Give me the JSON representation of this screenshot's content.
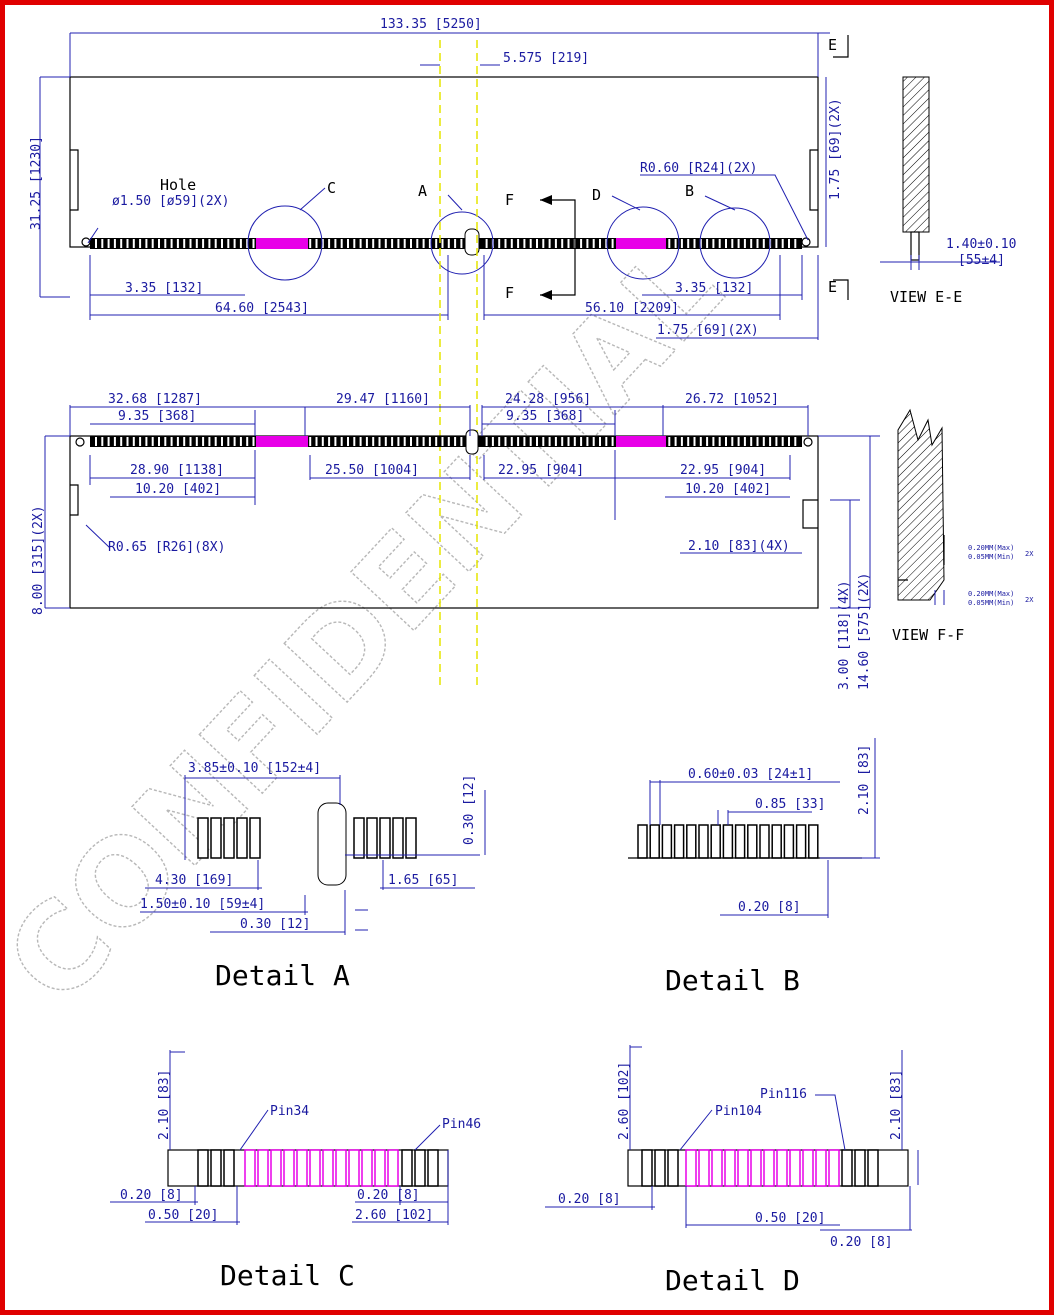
{
  "watermark": "CONFIDENTIAL",
  "colors": {
    "frame": "#e00000",
    "dimension": "#1a1aa0",
    "highlight": "#e800e8",
    "centerline": "#e6e600"
  },
  "top_view": {
    "dims": {
      "overall_width": "133.35 [5250]",
      "notch_width": "5.575 [219]",
      "height": "31.25 [1230]",
      "edge_right": "1.75 [69](2X)",
      "radius": "R0.60 [R24](2X)",
      "hole": "ø1.50 [ø59](2X)",
      "hole_offset_left": "3.35 [132]",
      "hole_offset_right": "3.35 [132]",
      "key_left": "64.60 [2543]",
      "key_right": "56.10 [2209]",
      "edge_bottom": "1.75 [69](2X)"
    },
    "labels": {
      "hole": "Hole",
      "c": "C",
      "a": "A",
      "d": "D",
      "b": "B",
      "f1": "F",
      "f2": "F",
      "e1": "E",
      "e2": "E"
    }
  },
  "view_ee": {
    "title": "VIEW E-E",
    "thickness": "1.40±0.10",
    "thickness_mil": "[55±4]"
  },
  "front_view": {
    "dims": {
      "seg1": "32.68 [1287]",
      "seg1_inner": "9.35 [368]",
      "seg2": "29.47 [1160]",
      "seg3": "24.28 [956]",
      "seg3_inner": "9.35 [368]",
      "seg4": "26.72 [1052]",
      "b1": "28.90 [1138]",
      "b1_inner": "10.20 [402]",
      "b2": "25.50 [1004]",
      "b3": "22.95 [904]",
      "b4": "22.95 [904]",
      "b4_inner": "10.20 [402]",
      "height_left": "8.00 [315](2X)",
      "radius": "R0.65 [R26](8X)",
      "notch_w": "2.10 [83](4X)",
      "notch_h": "3.00 [118](4X)",
      "height_right": "14.60 [575](2X)"
    }
  },
  "view_ff": {
    "title": "VIEW F-F",
    "n1": "0.20MM(Max)",
    "n2": "0.05MM(Min)",
    "n3": "0.20MM(Max)",
    "n4": "0.05MM(Min)",
    "mult1": "2X",
    "mult2": "2X"
  },
  "detail_a": {
    "title": "Detail A",
    "d1": "3.85±0.10 [152±4]",
    "d2": "0.30 [12]",
    "d3": "4.30 [169]",
    "d4": "1.65 [65]",
    "d5": "1.50±0.10 [59±4]",
    "d6": "0.30 [12]"
  },
  "detail_b": {
    "title": "Detail B",
    "d1": "0.60±0.03 [24±1]",
    "d2": "0.85 [33]",
    "d3": "2.10 [83]",
    "d4": "0.20 [8]"
  },
  "detail_c": {
    "title": "Detail C",
    "pin_a": "Pin34",
    "pin_b": "Pin46",
    "d1": "2.10 [83]",
    "d2": "0.20 [8]",
    "d3": "0.50 [20]",
    "d4": "0.20 [8]",
    "d5": "2.60 [102]"
  },
  "detail_d": {
    "title": "Detail D",
    "pin_a": "Pin104",
    "pin_b": "Pin116",
    "d1": "2.60 [102]",
    "d2": "2.10 [83]",
    "d3": "0.20 [8]",
    "d4": "0.50 [20]",
    "d5": "0.20 [8]"
  }
}
